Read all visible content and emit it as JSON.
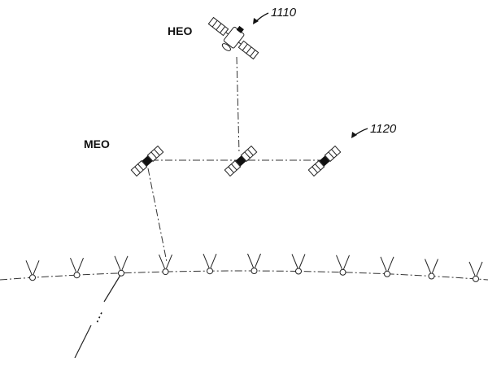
{
  "labels": {
    "heo": "HEO",
    "meo": "MEO",
    "heo_ref": "1110",
    "meo_ref": "1120"
  },
  "ellipsis": "⋮",
  "icons": {
    "heo": "satellite-heo-icon",
    "meo": "satellite-meo-icon",
    "leo": "satellite-leo-icon"
  },
  "counts": {
    "meo_satellites": 3,
    "leo_satellites": 11
  }
}
